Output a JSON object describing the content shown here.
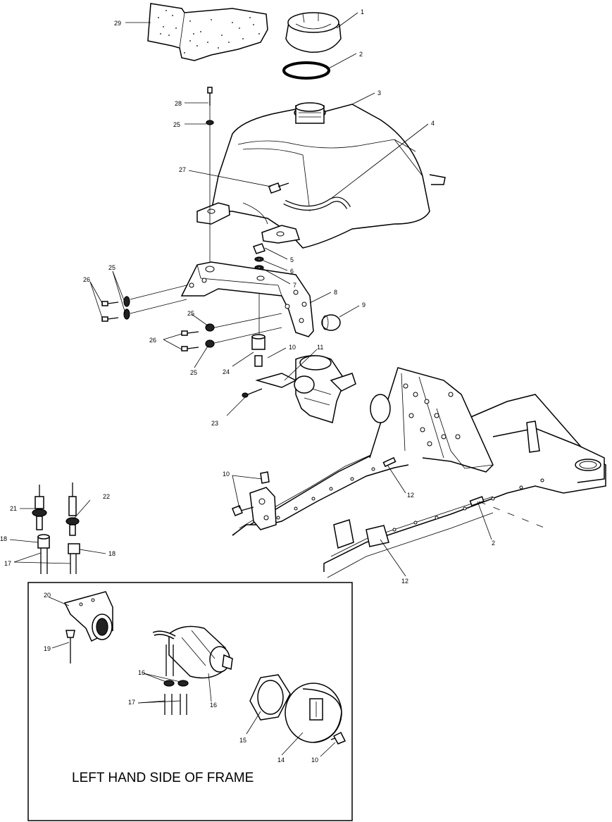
{
  "inset": {
    "caption": "LEFT HAND SIDE OF FRAME"
  },
  "callouts": [
    "1",
    "2",
    "3",
    "4",
    "5",
    "6",
    "7",
    "8",
    "9",
    "10",
    "11",
    "12",
    "12",
    "2",
    "10",
    "22",
    "21",
    "18",
    "18",
    "17",
    "23",
    "24",
    "25",
    "25",
    "26",
    "26",
    "25",
    "27",
    "25",
    "28",
    "29",
    "20",
    "19",
    "16",
    "16",
    "17",
    "15",
    "14",
    "10"
  ]
}
